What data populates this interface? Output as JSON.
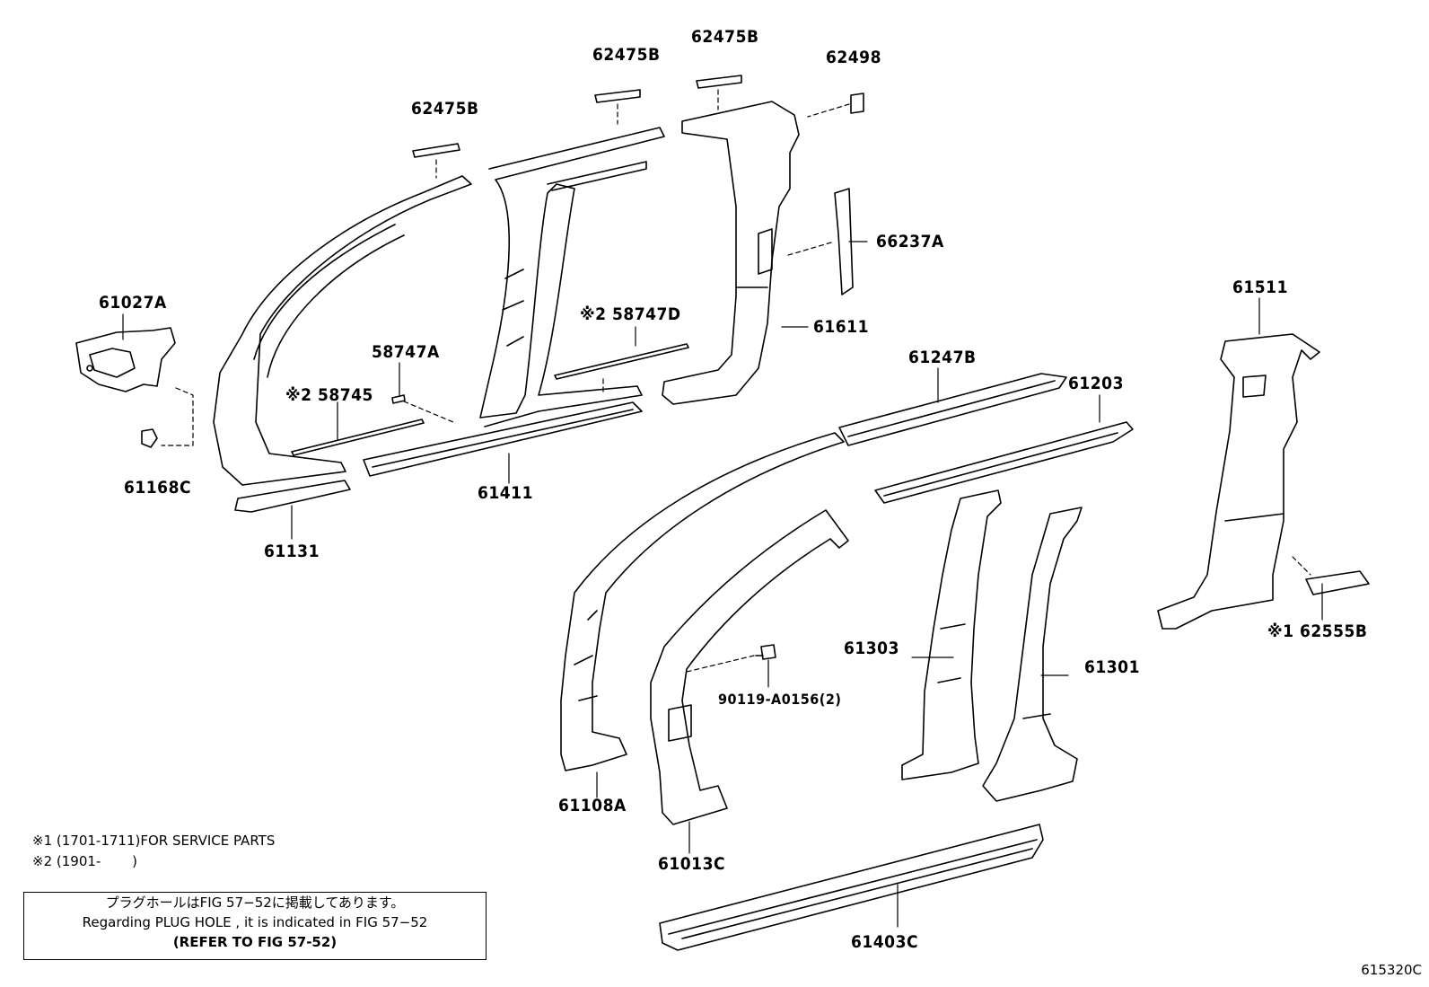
{
  "parts": {
    "p62475B_a": "62475B",
    "p62475B_b": "62475B",
    "p62475B_c": "62475B",
    "p62498": "62498",
    "p66237A": "66237A",
    "p61027A": "61027A",
    "p61611": "61611",
    "p58747D": "※2 58747D",
    "p58747A": "58747A",
    "p58745": "※2 58745",
    "p61247B": "61247B",
    "p61203": "61203",
    "p61511": "61511",
    "p61168C": "61168C",
    "p61411": "61411",
    "p61131": "61131",
    "p61303": "61303",
    "p61301": "61301",
    "p62555B": "※1 62555B",
    "p90119": "90119-A0156(2)",
    "p61108A": "61108A",
    "p61013C": "61013C",
    "p61403C": "61403C"
  },
  "notes": {
    "note1": "※1 (1701-1711)FOR SERVICE PARTS",
    "note2": "※2 (1901-　　 )"
  },
  "notice": {
    "line_jp": "プラグホールはFIG 57−52に掲載してあります。",
    "line_en": "Regarding  PLUG  HOLE , it is indicated in FIG  57−52",
    "line_ref": "(REFER  TO  FIG  57-52)"
  },
  "figure_code": "615320C"
}
